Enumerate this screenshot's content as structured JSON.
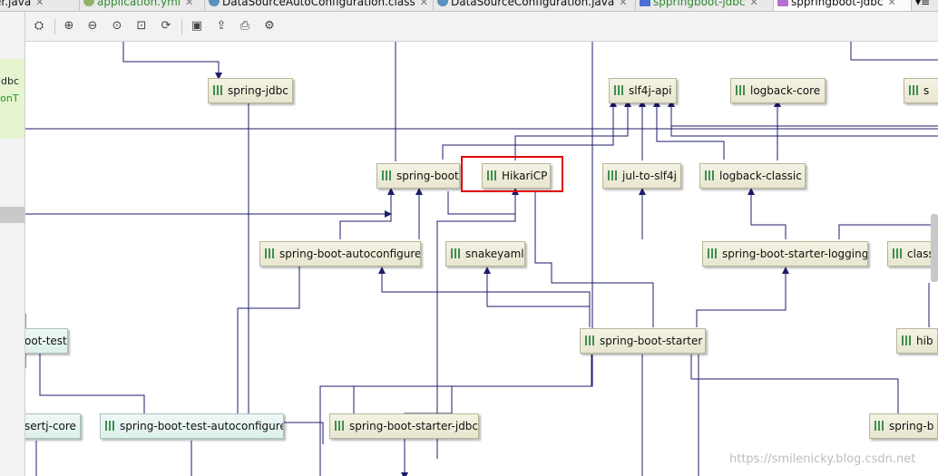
{
  "tabs": [
    {
      "label": "er.java",
      "closable": true,
      "icon": "java-icon",
      "active": false
    },
    {
      "label": "application.yml",
      "closable": true,
      "icon": "yml-icon",
      "active": false
    },
    {
      "label": "DataSourceAutoConfiguration.class",
      "closable": true,
      "icon": "class-icon",
      "active": false
    },
    {
      "label": "DataSourceConfiguration.java",
      "closable": true,
      "icon": "class-icon",
      "active": false
    },
    {
      "label": "sppringboot-jdbc",
      "closable": true,
      "icon": "module-icon",
      "active": false
    },
    {
      "label": "sppringboot-jdbc",
      "closable": true,
      "icon": "diagram-icon",
      "active": true
    }
  ],
  "tab_overflow_icon": "tab-list-icon",
  "toolbar": [
    {
      "name": "layout-icon",
      "glyph": "⚙"
    },
    {
      "name": "zoom-in-icon",
      "glyph": "⊕"
    },
    {
      "name": "zoom-out-icon",
      "glyph": "⊖"
    },
    {
      "name": "actual-size-icon",
      "glyph": "⊙"
    },
    {
      "name": "fit-content-icon",
      "glyph": "⤢"
    },
    {
      "name": "apply-layout-icon",
      "glyph": "⟳"
    },
    {
      "name": "save-icon",
      "glyph": "▣"
    },
    {
      "name": "export-icon",
      "glyph": "⇪"
    },
    {
      "name": "print-icon",
      "glyph": "⎙"
    },
    {
      "name": "settings-icon",
      "glyph": "⚙"
    }
  ],
  "left_panel": {
    "line1": "jdbc",
    "line2": "cationT"
  },
  "nodes": [
    {
      "id": "spring-jdbc",
      "label": "spring-jdbc",
      "style": "yellow"
    },
    {
      "id": "slf4j-api",
      "label": "slf4j-api",
      "style": "yellow"
    },
    {
      "id": "logback-core",
      "label": "logback-core",
      "style": "yellow"
    },
    {
      "id": "edge-top-right",
      "label": "s",
      "style": "yellow"
    },
    {
      "id": "spring-boot",
      "label": "spring-boot",
      "style": "yellow"
    },
    {
      "id": "hikaricp",
      "label": "HikariCP",
      "style": "yellow"
    },
    {
      "id": "jul-to-slf4j",
      "label": "jul-to-slf4j",
      "style": "yellow"
    },
    {
      "id": "logback-classic",
      "label": "logback-classic",
      "style": "yellow"
    },
    {
      "id": "spring-boot-autoconfigure",
      "label": "spring-boot-autoconfigure",
      "style": "yellow"
    },
    {
      "id": "snakeyaml",
      "label": "snakeyaml",
      "style": "yellow"
    },
    {
      "id": "spring-boot-starter-logging",
      "label": "spring-boot-starter-logging",
      "style": "yellow"
    },
    {
      "id": "edge-class",
      "label": "class",
      "style": "yellow"
    },
    {
      "id": "boot-test",
      "label": "oot-test",
      "style": "blue"
    },
    {
      "id": "spring-boot-starter",
      "label": "spring-boot-starter",
      "style": "yellow"
    },
    {
      "id": "edge-hib",
      "label": "hib",
      "style": "yellow"
    },
    {
      "id": "assertj-core",
      "label": "sertj-core",
      "style": "blue"
    },
    {
      "id": "spring-boot-test-autoconfigure",
      "label": "spring-boot-test-autoconfigure",
      "style": "blue"
    },
    {
      "id": "spring-boot-starter-jdbc",
      "label": "spring-boot-starter-jdbc",
      "style": "yellow"
    },
    {
      "id": "edge-spring-b",
      "label": "spring-b",
      "style": "yellow"
    }
  ],
  "selected_node": "HikariCP",
  "watermark": "https://smilenicky.blog.csdn.net",
  "colors": {
    "edge": "#1c1c6e",
    "selection": "#e30000",
    "node_fill": "#efeedb",
    "test_node_fill": "#e4f4f1"
  }
}
